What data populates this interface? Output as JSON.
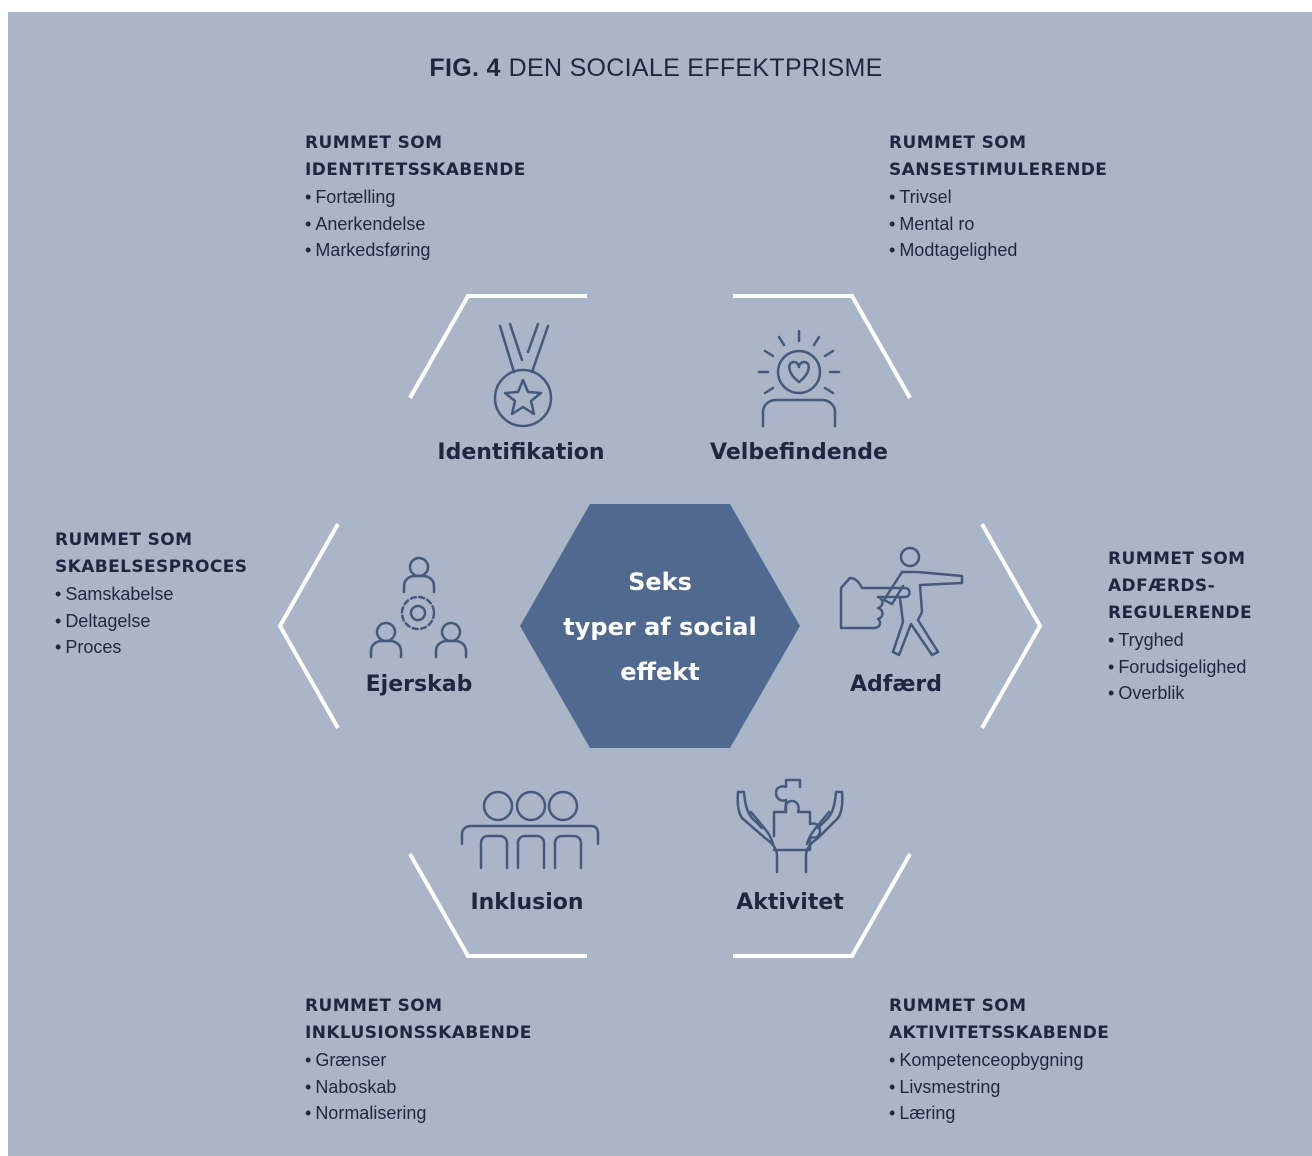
{
  "title": {
    "prefix": "FIG. 4",
    "text": "DEN SOCIALE EFFEKTPRISME"
  },
  "center": {
    "line1": "Seks",
    "line2": "typer af social",
    "line3": "effekt"
  },
  "segments": [
    {
      "label": "Identifikation",
      "icon": "medal-star-icon"
    },
    {
      "label": "Velbefindende",
      "icon": "person-heart-icon"
    },
    {
      "label": "Ejerskab",
      "icon": "team-gear-icon"
    },
    {
      "label": "Adfærd",
      "icon": "person-pointing-icon"
    },
    {
      "label": "Inklusion",
      "icon": "group-embrace-icon"
    },
    {
      "label": "Aktivitet",
      "icon": "hands-puzzle-icon"
    }
  ],
  "blocks": [
    {
      "heading": "RUMMET SOM\nIDENTITETSSKABENDE",
      "items": [
        "Fortælling",
        "Anerkendelse",
        "Markedsføring"
      ]
    },
    {
      "heading": "RUMMET SOM\nSANSESTIMULERENDE",
      "items": [
        "Trivsel",
        "Mental ro",
        "Modtagelighed"
      ]
    },
    {
      "heading": "RUMMET SOM\nSKABELSESPROCES",
      "items": [
        "Samskabelse",
        "Deltagelse",
        "Proces"
      ]
    },
    {
      "heading": "RUMMET SOM\nADFÆRDS-\nREGULERENDE",
      "items": [
        "Tryghed",
        "Forudsigelighed",
        "Overblik"
      ]
    },
    {
      "heading": "RUMMET SOM\nINKLUSIONSSKABENDE",
      "items": [
        "Grænser",
        "Naboskab",
        "Normalisering"
      ]
    },
    {
      "heading": "RUMMET SOM\nAKTIVITETSSKABENDE",
      "items": [
        "Kompetenceopbygning",
        "Livsmestring",
        "Læring"
      ]
    }
  ],
  "colors": {
    "background": "#abb5c8",
    "hexagon": "#506a8f",
    "text": "#1d2740",
    "line": "#ffffff",
    "icon": "#44597c"
  }
}
